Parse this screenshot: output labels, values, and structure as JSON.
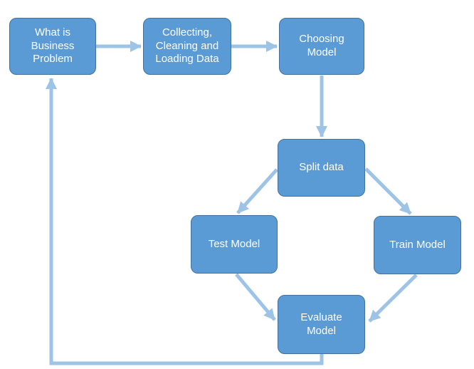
{
  "diagram": {
    "type": "flowchart",
    "background_color": "#FFFFFF",
    "colors": {
      "node_fill": "#5B9BD5",
      "node_border": "#41719C",
      "arrow": "#9DC3E6",
      "text": "#FFFFFF"
    },
    "nodes": [
      {
        "id": "business-problem",
        "label": "What is\nBusiness\nProblem"
      },
      {
        "id": "collect-data",
        "label": "Collecting,\nCleaning and\nLoading Data"
      },
      {
        "id": "choosing-model",
        "label": "Choosing\nModel"
      },
      {
        "id": "split-data",
        "label": "Split data"
      },
      {
        "id": "test-model",
        "label": "Test Model"
      },
      {
        "id": "train-model",
        "label": "Train Model"
      },
      {
        "id": "evaluate-model",
        "label": "Evaluate\nModel"
      }
    ],
    "edges": [
      {
        "from": "business-problem",
        "to": "collect-data"
      },
      {
        "from": "collect-data",
        "to": "choosing-model"
      },
      {
        "from": "choosing-model",
        "to": "split-data"
      },
      {
        "from": "split-data",
        "to": "test-model"
      },
      {
        "from": "split-data",
        "to": "train-model"
      },
      {
        "from": "test-model",
        "to": "evaluate-model"
      },
      {
        "from": "train-model",
        "to": "evaluate-model"
      },
      {
        "from": "evaluate-model",
        "to": "business-problem",
        "style": "feedback-loop"
      }
    ]
  }
}
